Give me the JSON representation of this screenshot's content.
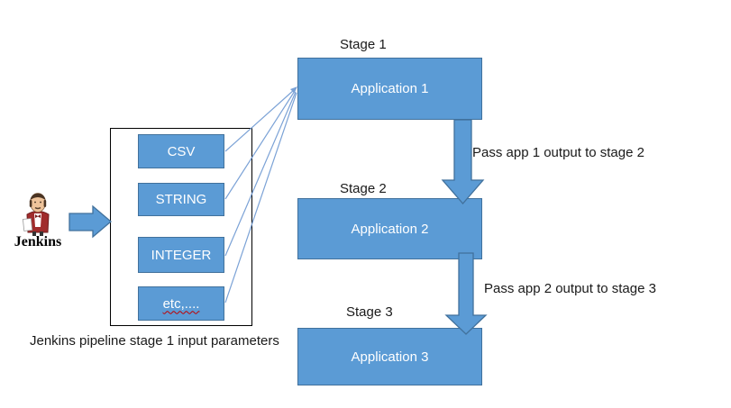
{
  "jenkins": {
    "label": "Jenkins"
  },
  "params": {
    "items": [
      "CSV",
      "STRING",
      "INTEGER",
      "etc,...."
    ],
    "caption": "Jenkins pipeline stage 1 input parameters"
  },
  "stages": [
    {
      "label": "Stage 1",
      "app": "Application 1"
    },
    {
      "label": "Stage 2",
      "app": "Application 2"
    },
    {
      "label": "Stage 3",
      "app": "Application 3"
    }
  ],
  "flow_labels": [
    {
      "text": "Pass app 1 output to stage 2"
    },
    {
      "text": "Pass app 2 output to stage 3"
    }
  ],
  "icons": {
    "mascot": "jenkins-butler-icon",
    "input_arrow": "right-block-arrow",
    "flow_arrow": "down-block-arrow",
    "connector": "thin-line-arrow"
  },
  "colors": {
    "shape_fill": "#5b9bd5",
    "shape_border": "#41719c",
    "connector": "#7ba2d6",
    "text_dark": "#1a1a1a",
    "text_light": "#ffffff",
    "panel_border": "#000000",
    "squiggle": "#c00000"
  }
}
